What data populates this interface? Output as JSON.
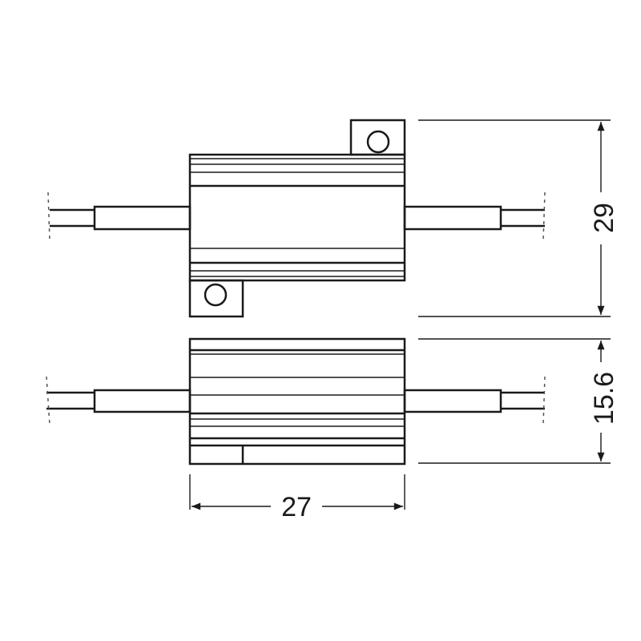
{
  "dimensions": {
    "height_top_view": "29",
    "height_side_view": "15.6",
    "length": "27"
  },
  "colors": {
    "line": "#1a1a1a",
    "background": "#ffffff"
  }
}
